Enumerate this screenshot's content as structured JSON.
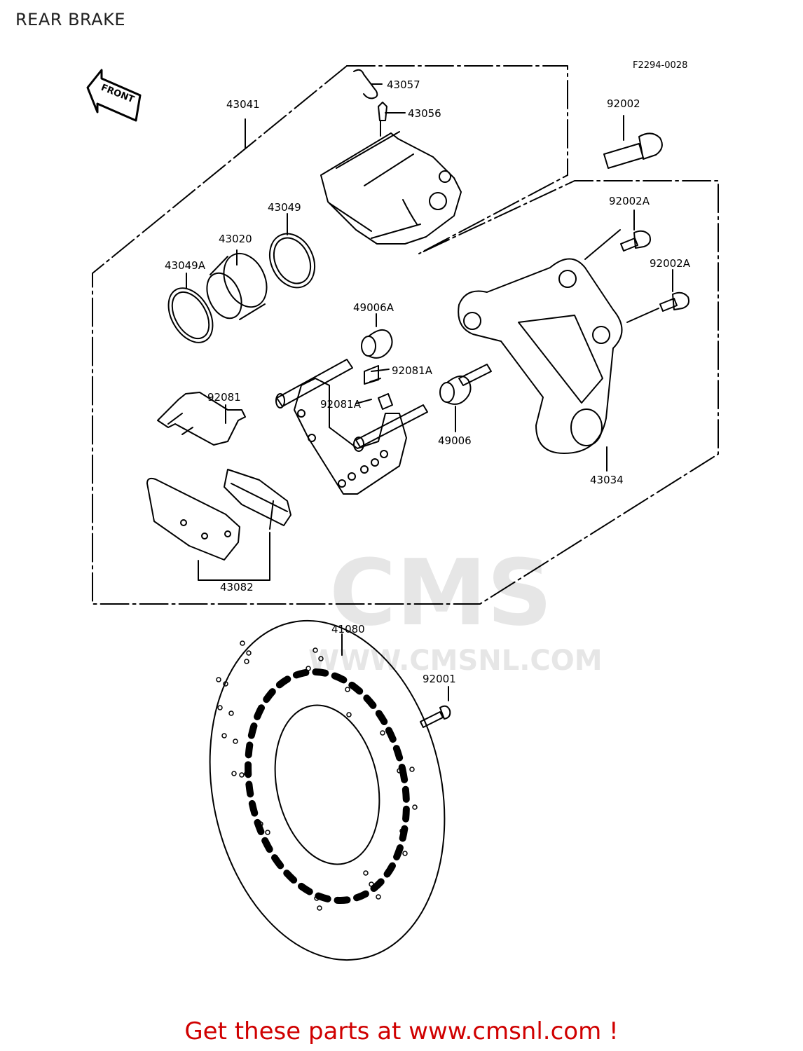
{
  "title": "REAR BRAKE",
  "drawing_code": "F2294-0028",
  "direction_label": "FRONT",
  "watermark": {
    "logo": "CMS",
    "url": "WWW.CMSNL.COM"
  },
  "parts": [
    {
      "id": "43057",
      "label": "43057"
    },
    {
      "id": "43056",
      "label": "43056"
    },
    {
      "id": "43041",
      "label": "43041"
    },
    {
      "id": "92002",
      "label": "92002"
    },
    {
      "id": "92002A_top",
      "label": "92002A"
    },
    {
      "id": "92002A_right",
      "label": "92002A"
    },
    {
      "id": "43049",
      "label": "43049"
    },
    {
      "id": "43020",
      "label": "43020"
    },
    {
      "id": "43049A",
      "label": "43049A"
    },
    {
      "id": "49006A",
      "label": "49006A"
    },
    {
      "id": "92081A_top",
      "label": "92081A"
    },
    {
      "id": "92081A_left",
      "label": "92081A"
    },
    {
      "id": "92081",
      "label": "92081"
    },
    {
      "id": "49006",
      "label": "49006"
    },
    {
      "id": "43034",
      "label": "43034"
    },
    {
      "id": "43082",
      "label": "43082"
    },
    {
      "id": "41080",
      "label": "41080"
    },
    {
      "id": "92001",
      "label": "92001"
    }
  ],
  "footer": "Get these parts at www.cmsnl.com !"
}
